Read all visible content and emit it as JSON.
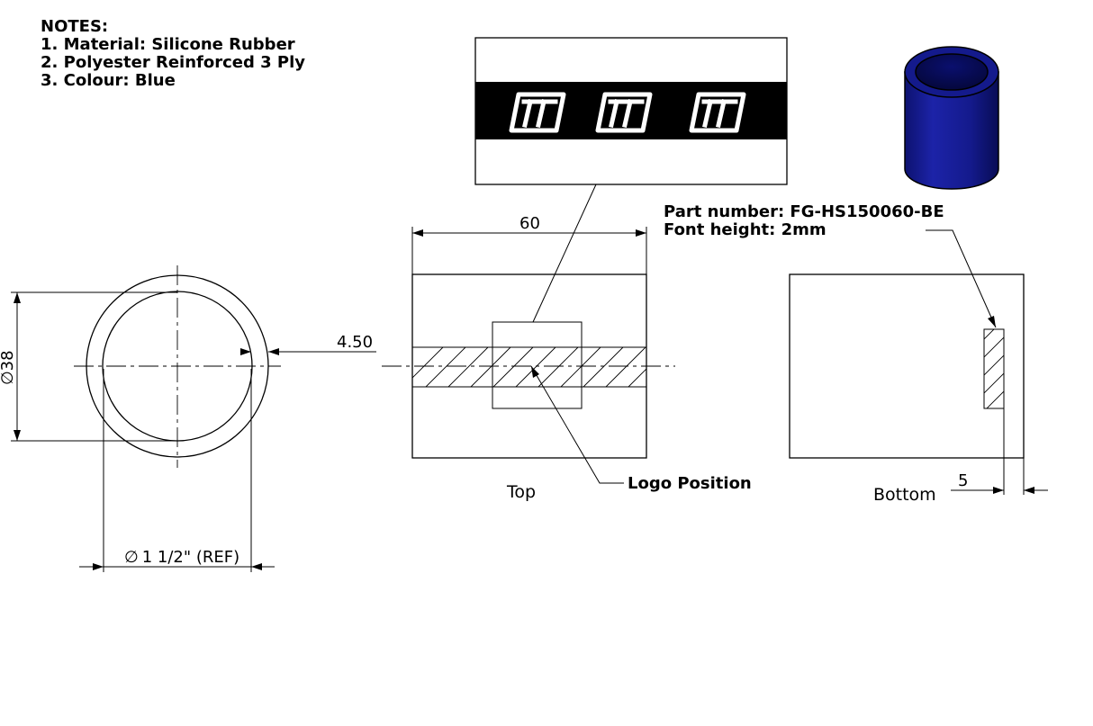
{
  "notes": {
    "heading": "NOTES:",
    "items": [
      "1. Material: Silicone Rubber",
      "2. Polyester Reinforced 3 Ply",
      "3. Colour: Blue"
    ]
  },
  "part": {
    "number_line": "Part number: FG-HS150060-BE",
    "font_line": "Font height: 2mm"
  },
  "dimensions": {
    "length": "60",
    "wall": "4.50",
    "outer_diameter": "38",
    "bore": "1 1/2\" (REF)",
    "text_offset": "5",
    "diameter_symbol": "∅"
  },
  "callouts": {
    "logo_position": "Logo Position"
  },
  "views": {
    "top": "Top",
    "bottom": "Bottom"
  },
  "colors": {
    "hose": "#141a8c",
    "hose_dark": "#0a0f55",
    "logo_band": "#000000"
  },
  "icons": {
    "logo": "tt-logo-icon",
    "hose_3d": "hose-3d-icon"
  }
}
